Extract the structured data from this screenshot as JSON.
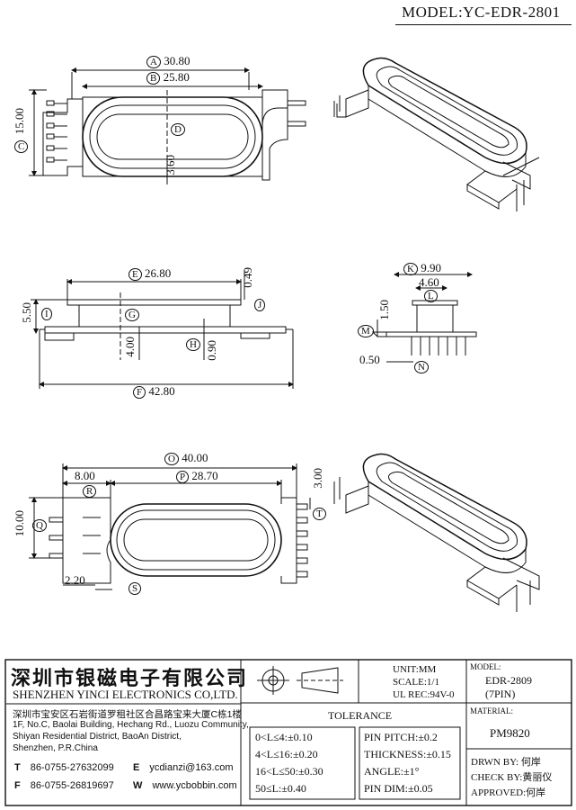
{
  "header": {
    "model_label": "MODEL:",
    "model_value": "YC-EDR-2801"
  },
  "dimensions": {
    "A": "30.80",
    "B": "25.80",
    "C": "15.00",
    "D": "",
    "D_value": "3.60",
    "E": "26.80",
    "F": "42.80",
    "G": "",
    "H": "0.90",
    "I": "5.50",
    "J": "0.49",
    "G_value": "4.00",
    "K": "9.90",
    "L": "4.60",
    "M": "1.50",
    "N": "0.50",
    "O": "40.00",
    "P": "28.70",
    "Q": "10.00",
    "R": "8.00",
    "S": "2.20",
    "T": "3.00"
  },
  "dimension_letters": [
    "A",
    "B",
    "C",
    "D",
    "E",
    "F",
    "G",
    "H",
    "I",
    "J",
    "K",
    "L",
    "M",
    "N",
    "O",
    "P",
    "Q",
    "R",
    "S",
    "T"
  ],
  "title_block": {
    "company_cn": "深圳市银磁电子有限公司",
    "company_en": "SHENZHEN YINCI ELECTRONICS CO,LTD.",
    "address_cn": "深圳市宝安区石岩街道罗租社区合昌路宝来大厦C栋1楼",
    "address_en_1": "1F, No.C, Baolai Building, Hechang Rd., Luozu Community,",
    "address_en_2": "Shiyan Residential District, BaoAn District,",
    "address_en_3": "Shenzhen, P.R.China",
    "tel_label": "T",
    "tel": "86-0755-27632099",
    "fax_label": "F",
    "fax": "86-0755-26819697",
    "email_label": "E",
    "email": "ycdianzi@163.com",
    "web_label": "W",
    "web": "www.ycbobbin.com",
    "unit": "UNIT:MM",
    "scale": "SCALE:1/1",
    "ul_rec": "UL REC:94V-0",
    "model_label": "MODEL:",
    "model": "EDR-2809",
    "pins": "(7PIN)",
    "material_label": "MATERIAL:",
    "material": "PM9820",
    "tolerance_title": "TOLERANCE",
    "tolerance_rows": [
      "0<L≤4:±0.10",
      "4<L≤16:±0.20",
      "16<L≤50:±0.30",
      "50≤L:±0.40"
    ],
    "tolerance_right": [
      "PIN PITCH:±0.2",
      "THICKNESS:±0.15",
      "ANGLE:±1°",
      "PIN DIM:±0.05"
    ],
    "drawn_by": "DRWN BY: 何岸",
    "check_by": "CHECK BY:黄丽仪",
    "approved": "APPROVED:何岸"
  }
}
